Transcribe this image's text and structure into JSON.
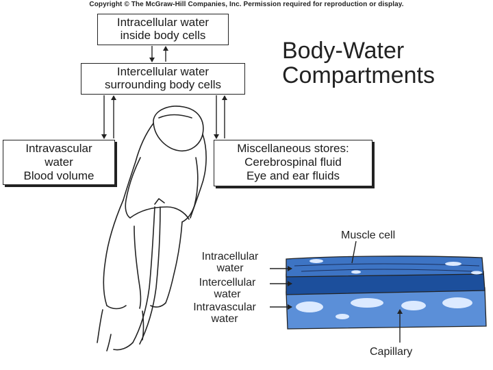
{
  "copyright": "Copyright © The McGraw-Hill Companies, Inc. Permission required for reproduction or display.",
  "title": {
    "line1": "Body-Water",
    "line2": "Compartments"
  },
  "boxes": {
    "intracellular": {
      "line1": "Intracellular water",
      "line2": "inside body cells"
    },
    "intercellular": {
      "line1": "Intercellular water",
      "line2": "surrounding body cells"
    },
    "intravascular": {
      "line1": "Intravascular",
      "line2": "water",
      "line3": "Blood volume"
    },
    "misc": {
      "line1": "Miscellaneous stores:",
      "line2": "Cerebrospinal fluid",
      "line3": "Eye and ear fluids"
    }
  },
  "tissue_labels": {
    "intracellular": {
      "line1": "Intracellular",
      "line2": "water"
    },
    "intercellular": {
      "line1": "Intercellular",
      "line2": "water"
    },
    "intravascular": {
      "line1": "Intravascular",
      "line2": "water"
    },
    "muscle_cell": "Muscle cell",
    "capillary": "Capillary"
  },
  "colors": {
    "muscle_layer": "#3d74c4",
    "intercellular_layer": "#1c4f9c",
    "capillary_layer": "#5b8fd8",
    "highlight": "#dceaff",
    "line": "#222222"
  }
}
